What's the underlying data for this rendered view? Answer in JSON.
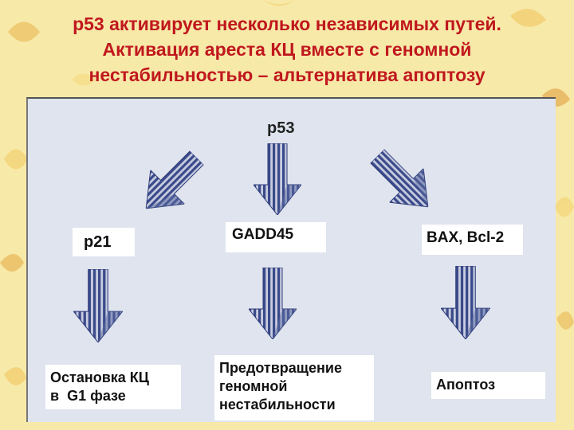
{
  "title": {
    "line1": "p53 активирует несколько независимых путей.",
    "line2": "Активация ареста КЦ вместе с геномной",
    "line3": "нестабильностью – альтернатива апоптозу"
  },
  "diagram": {
    "top_label": "p53",
    "middle": {
      "left": "p21",
      "center": "GADD45",
      "right": "BAX, Bcl-2"
    },
    "outcomes": {
      "left": [
        "Остановка КЦ",
        "в  G1 фазе"
      ],
      "center": [
        "Предотвращение",
        "геномной",
        "нестабильности"
      ],
      "right": "Апоптоз"
    }
  },
  "colors": {
    "title": "#c0181e",
    "arrow_dark": "#3a4a8a",
    "arrow_light": "#c8cce0",
    "panel": "#dfe4ee"
  }
}
